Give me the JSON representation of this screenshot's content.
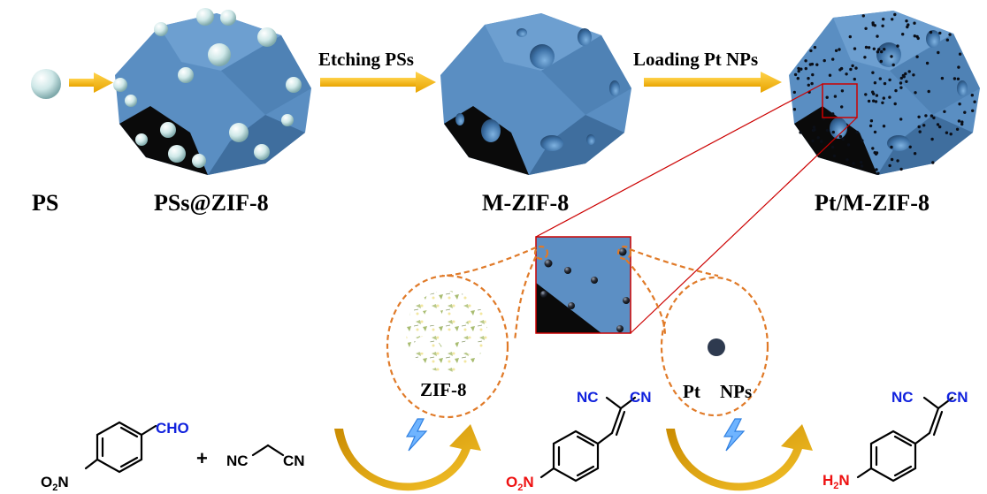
{
  "labels": {
    "ps": "PS",
    "ps_zif": "PSs@ZIF-8",
    "mzif": "M-ZIF-8",
    "ptmzif": "Pt/M-ZIF-8",
    "zif8": "ZIF-8",
    "pt": "Pt",
    "nps": "NPs"
  },
  "arrows": {
    "etching": "Etching PSs",
    "loading": "Loading Pt NPs"
  },
  "chem": {
    "cho": "CHO",
    "o2n": "O",
    "o2n_sub": "2",
    "o2n_n": "N",
    "plus": "+",
    "nc_left": "NC",
    "cn_right": "CN",
    "nc": "NC",
    "cn": "CN",
    "h2n_h": "H",
    "h2n_sub": "2",
    "h2n_n": "N"
  },
  "colors": {
    "crystal_face": "#5588bb",
    "crystal_dark": "#355f8c",
    "arrow": "#f2b400",
    "callout": "#e07a28",
    "zoom_box": "#cc0000",
    "nitro_red": "#ee1111",
    "nitrile_blue": "#1122dd",
    "pt_particle": "#2e3a4f",
    "bolt": "#2f7fe0"
  }
}
